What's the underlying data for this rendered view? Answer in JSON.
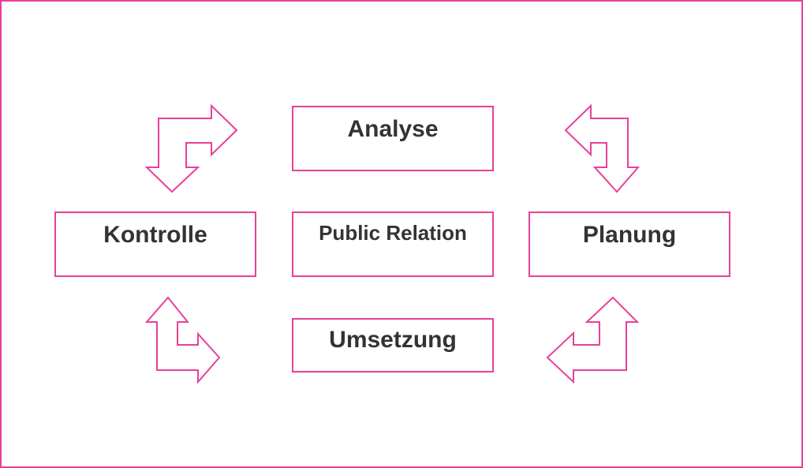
{
  "diagram": {
    "nodes": {
      "analyse": "Analyse",
      "kontrolle": "Kontrolle",
      "public_relation": "Public Relation",
      "planung": "Planung",
      "umsetzung": "Umsetzung"
    },
    "colors": {
      "accent": "#e8409a",
      "text": "#333333",
      "background": "#ffffff"
    },
    "arrows": [
      {
        "name": "arrow-top-left",
        "connects": [
          "kontrolle",
          "analyse"
        ],
        "direction": "bidirectional"
      },
      {
        "name": "arrow-top-right",
        "connects": [
          "analyse",
          "planung"
        ],
        "direction": "bidirectional"
      },
      {
        "name": "arrow-bottom-left",
        "connects": [
          "kontrolle",
          "umsetzung"
        ],
        "direction": "bidirectional"
      },
      {
        "name": "arrow-bottom-right",
        "connects": [
          "umsetzung",
          "planung"
        ],
        "direction": "bidirectional"
      }
    ]
  }
}
